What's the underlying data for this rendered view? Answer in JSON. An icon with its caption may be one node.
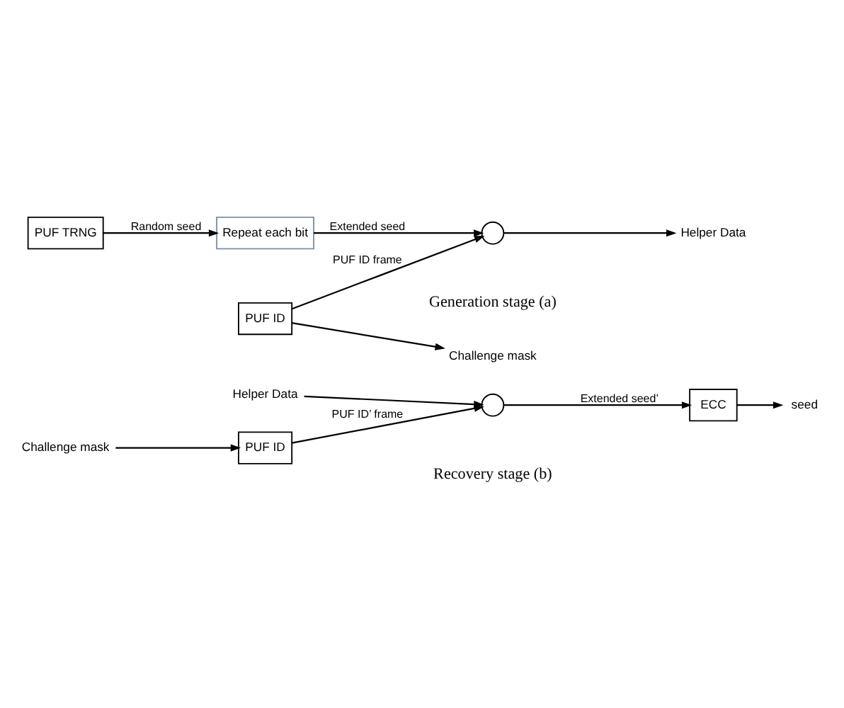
{
  "diagram": {
    "nodes": [
      {
        "text": [
          "PUF TRNG"
        ]
      },
      {
        "text": [
          "Repeat each bit"
        ]
      },
      {
        "text": [],
        "shape": "circle"
      },
      {
        "text": [
          "Helper Data"
        ]
      },
      {
        "text": [
          "PUF ID"
        ]
      },
      {
        "text": [
          "Challenge mask"
        ]
      },
      {
        "text": [
          "Helper Data"
        ]
      },
      {
        "text": [],
        "shape": "circle"
      },
      {
        "text": [
          "ECC"
        ]
      },
      {
        "text": [
          "seed"
        ]
      },
      {
        "text": [
          "PUF ID"
        ]
      },
      {
        "text": [
          "Challenge mask"
        ]
      }
    ],
    "edges": [
      {
        "from": 0,
        "to": 1,
        "arrow": "to",
        "label": "Random seed"
      },
      {
        "from": 1,
        "to": 2,
        "arrow": "to",
        "label": "Extended seed"
      },
      {
        "from": 2,
        "to": 3,
        "arrow": "to"
      },
      {
        "from": 4,
        "to": 2,
        "arrow": "to",
        "label": "PUF ID frame"
      },
      {
        "from": 4,
        "to": 5,
        "arrow": "to"
      },
      {
        "from": 6,
        "to": 7,
        "arrow": "to"
      },
      {
        "from": 7,
        "to": 8,
        "arrow": "to",
        "label": "Extended seed’"
      },
      {
        "from": 8,
        "to": 9,
        "arrow": "to"
      },
      {
        "from": 10,
        "to": 7,
        "arrow": "to",
        "label": "PUF ID’ frame"
      },
      {
        "from": 11,
        "to": 10,
        "arrow": "to"
      }
    ],
    "labels": [
      "Generation stage (a)",
      "Recovery stage (b)"
    ]
  }
}
